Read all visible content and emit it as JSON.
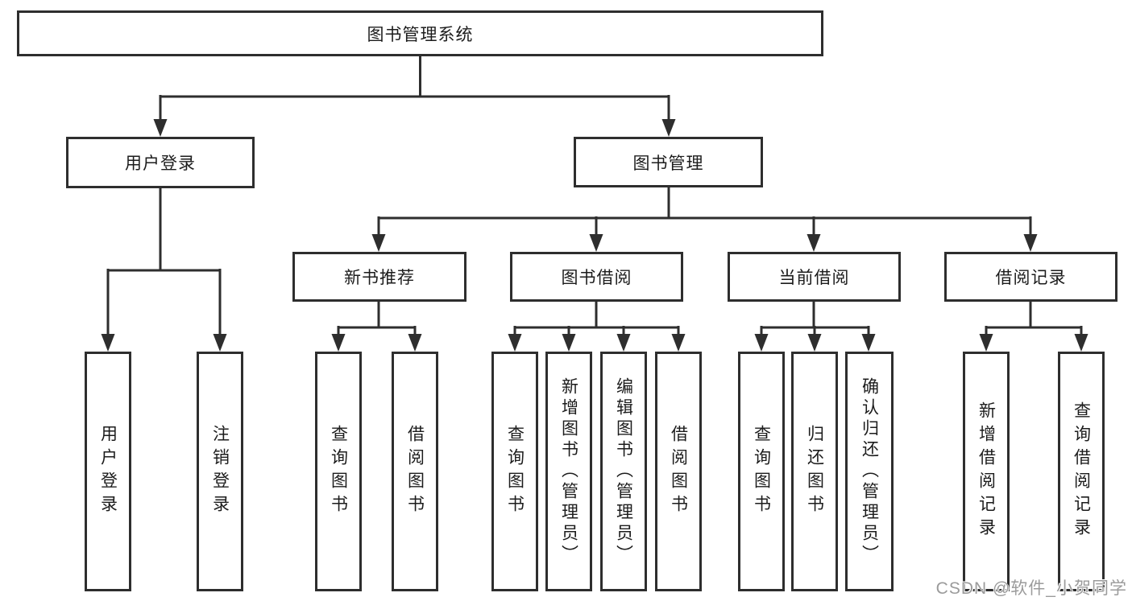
{
  "diagram": {
    "root": {
      "label": "图书管理系统"
    },
    "level2": {
      "user_login_branch": {
        "label": "用户登录"
      },
      "book_management_branch": {
        "label": "图书管理"
      }
    },
    "level3": {
      "new_book_recommend": {
        "label": "新书推荐"
      },
      "book_borrow": {
        "label": "图书借阅"
      },
      "current_borrow": {
        "label": "当前借阅"
      },
      "borrow_records": {
        "label": "借阅记录"
      }
    },
    "leaves": {
      "user_login": {
        "label": "用户登录"
      },
      "logout": {
        "label": "注销登录"
      },
      "recommend_query_book": {
        "label": "查询图书"
      },
      "recommend_borrow_book": {
        "label": "借阅图书"
      },
      "borrow_query_book": {
        "label": "查询图书"
      },
      "borrow_add_book": {
        "label": "新增图书（管理员）"
      },
      "borrow_edit_book": {
        "label": "编辑图书（管理员）"
      },
      "borrow_borrow_book": {
        "label": "借阅图书"
      },
      "current_query_book": {
        "label": "查询图书"
      },
      "current_return_book": {
        "label": "归还图书"
      },
      "current_confirm_return": {
        "label": "确认归还（管理员）"
      },
      "records_add_record": {
        "label": "新增借阅记录"
      },
      "records_query_record": {
        "label": "查询借阅记录"
      }
    },
    "colors": {
      "line": "#2e2e2e",
      "box_border": "#2e2e2e",
      "text": "#1c1c1c",
      "background": "#ffffff",
      "watermark_color": "#9b9b9b"
    }
  },
  "watermark": {
    "text": "CSDN @软件_小贺同学"
  }
}
